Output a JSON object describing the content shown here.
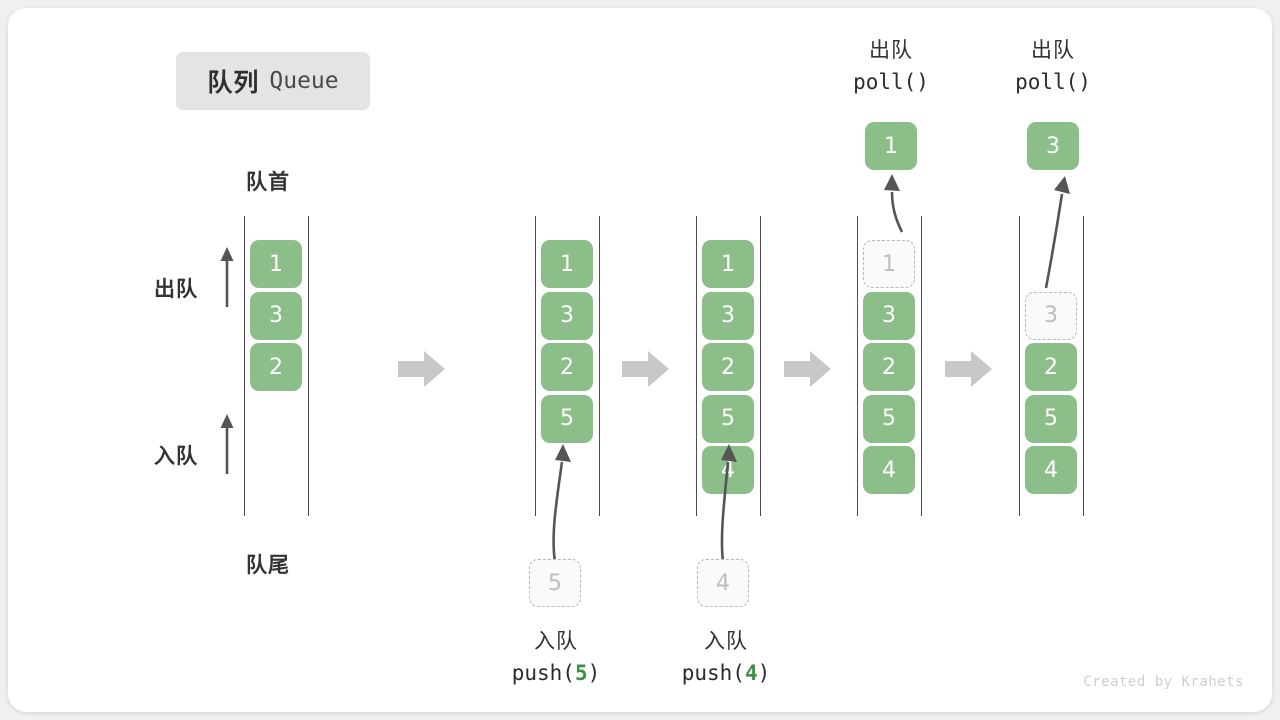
{
  "title": {
    "cn": "队列",
    "en": "Queue"
  },
  "labels": {
    "front": "队首",
    "rear": "队尾",
    "dequeue": "出队",
    "enqueue": "入队"
  },
  "colors": {
    "box_fill": "#8cbe8a",
    "box_text": "#ffffff",
    "ghost_fill": "#fafafa",
    "ghost_border": "#b9b9b9",
    "ghost_text": "#bdbdbd",
    "rail": "#4d4d4d",
    "flow_arrow": "#c8c8c8",
    "accent_green": "#3e9141",
    "badge_bg": "#e4e4e4",
    "text": "#333333"
  },
  "columns": [
    {
      "name": "initial-queue",
      "slots": [
        {
          "value": "1",
          "state": "filled"
        },
        {
          "value": "3",
          "state": "filled"
        },
        {
          "value": "2",
          "state": "filled"
        },
        {
          "value": "",
          "state": "empty"
        },
        {
          "value": "",
          "state": "empty"
        }
      ]
    },
    {
      "name": "after-push-5",
      "slots": [
        {
          "value": "1",
          "state": "filled"
        },
        {
          "value": "3",
          "state": "filled"
        },
        {
          "value": "2",
          "state": "filled"
        },
        {
          "value": "5",
          "state": "filled"
        },
        {
          "value": "",
          "state": "empty"
        }
      ]
    },
    {
      "name": "after-push-4",
      "slots": [
        {
          "value": "1",
          "state": "filled"
        },
        {
          "value": "3",
          "state": "filled"
        },
        {
          "value": "2",
          "state": "filled"
        },
        {
          "value": "5",
          "state": "filled"
        },
        {
          "value": "4",
          "state": "filled"
        }
      ]
    },
    {
      "name": "during-poll-1",
      "slots": [
        {
          "value": "1",
          "state": "ghost"
        },
        {
          "value": "3",
          "state": "filled"
        },
        {
          "value": "2",
          "state": "filled"
        },
        {
          "value": "5",
          "state": "filled"
        },
        {
          "value": "4",
          "state": "filled"
        }
      ]
    },
    {
      "name": "during-poll-3",
      "slots": [
        {
          "value": "",
          "state": "empty"
        },
        {
          "value": "3",
          "state": "ghost"
        },
        {
          "value": "2",
          "state": "filled"
        },
        {
          "value": "5",
          "state": "filled"
        },
        {
          "value": "4",
          "state": "filled"
        }
      ]
    }
  ],
  "push_ops": [
    {
      "line1": "入队",
      "fn": "push(",
      "arg": "5",
      "close": ")",
      "ghost_value": "5"
    },
    {
      "line1": "入队",
      "fn": "push(",
      "arg": "4",
      "close": ")",
      "ghost_value": "4"
    }
  ],
  "poll_ops": [
    {
      "line1": "出队",
      "line2": "poll()",
      "result": "1"
    },
    {
      "line1": "出队",
      "line2": "poll()",
      "result": "3"
    }
  ],
  "watermark": "Created by Krahets"
}
